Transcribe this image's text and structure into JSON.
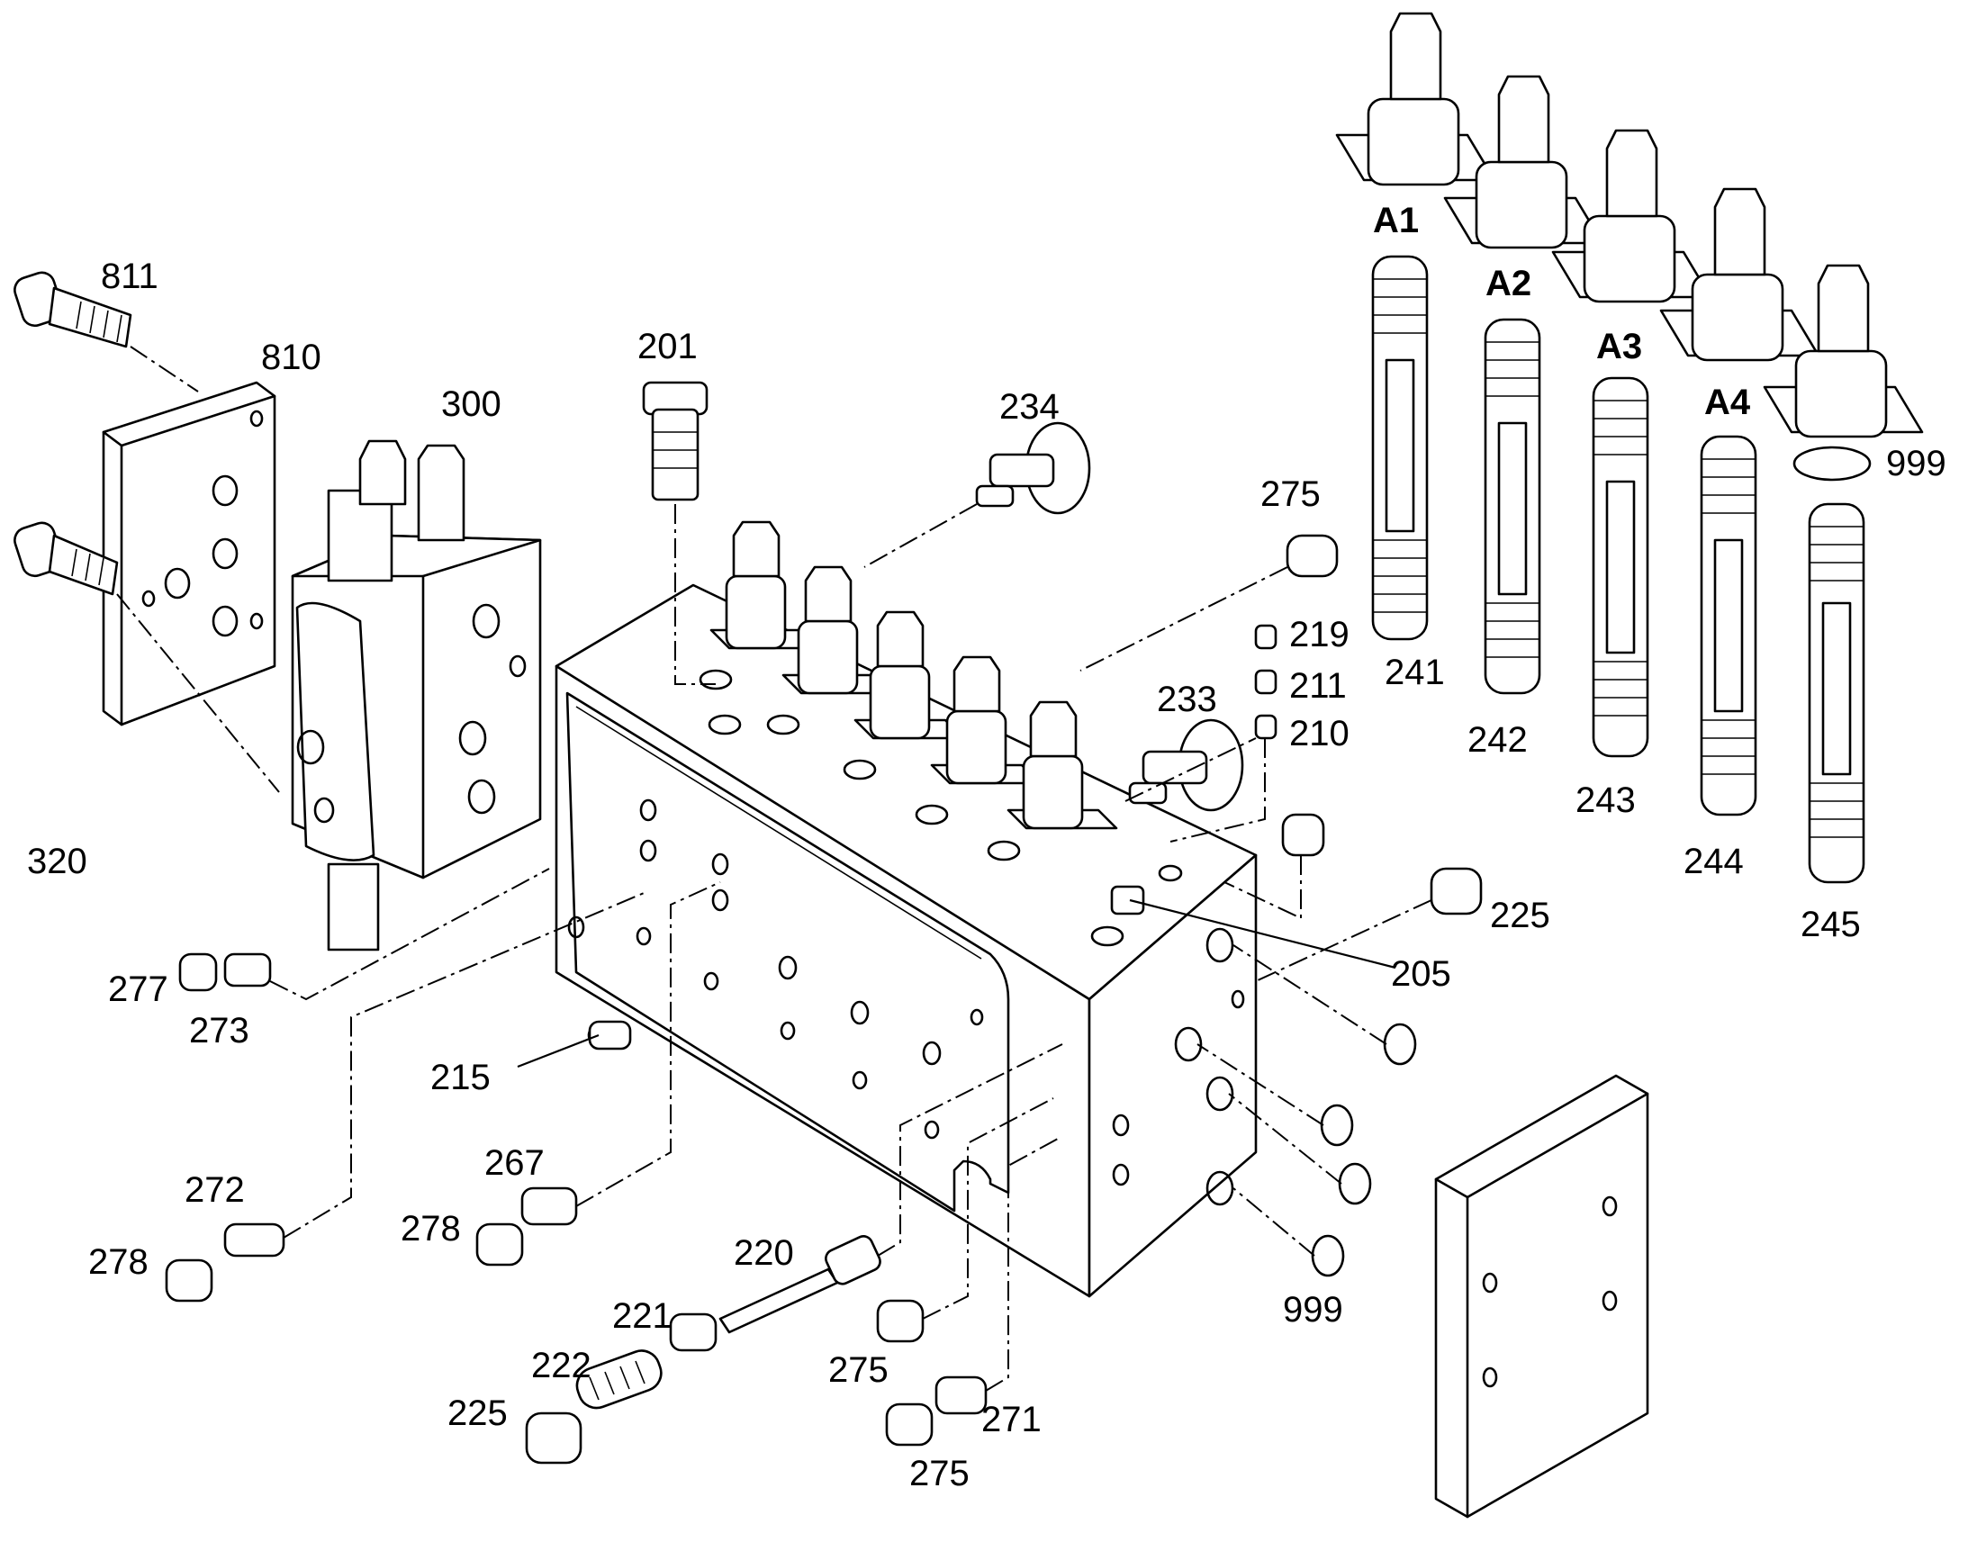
{
  "diagram": {
    "group_labels": [
      "A1",
      "A2",
      "A3",
      "A4"
    ],
    "part_labels": {
      "p811": "811",
      "p810": "810",
      "p300": "300",
      "p201": "201",
      "p234": "234",
      "p275a": "275",
      "p219": "219",
      "p211": "211",
      "p210": "210",
      "p233": "233",
      "p241": "241",
      "p242": "242",
      "p243": "243",
      "p244": "244",
      "p245": "245",
      "p999a": "999",
      "p320": "320",
      "p225a": "225",
      "p205": "205",
      "p277": "277",
      "p273": "273",
      "p215": "215",
      "p272": "272",
      "p267": "267",
      "p278a": "278",
      "p278b": "278",
      "p220": "220",
      "p221": "221",
      "p222": "222",
      "p225b": "225",
      "p275b": "275",
      "p271": "271",
      "p275c": "275",
      "p999b": "999"
    }
  }
}
